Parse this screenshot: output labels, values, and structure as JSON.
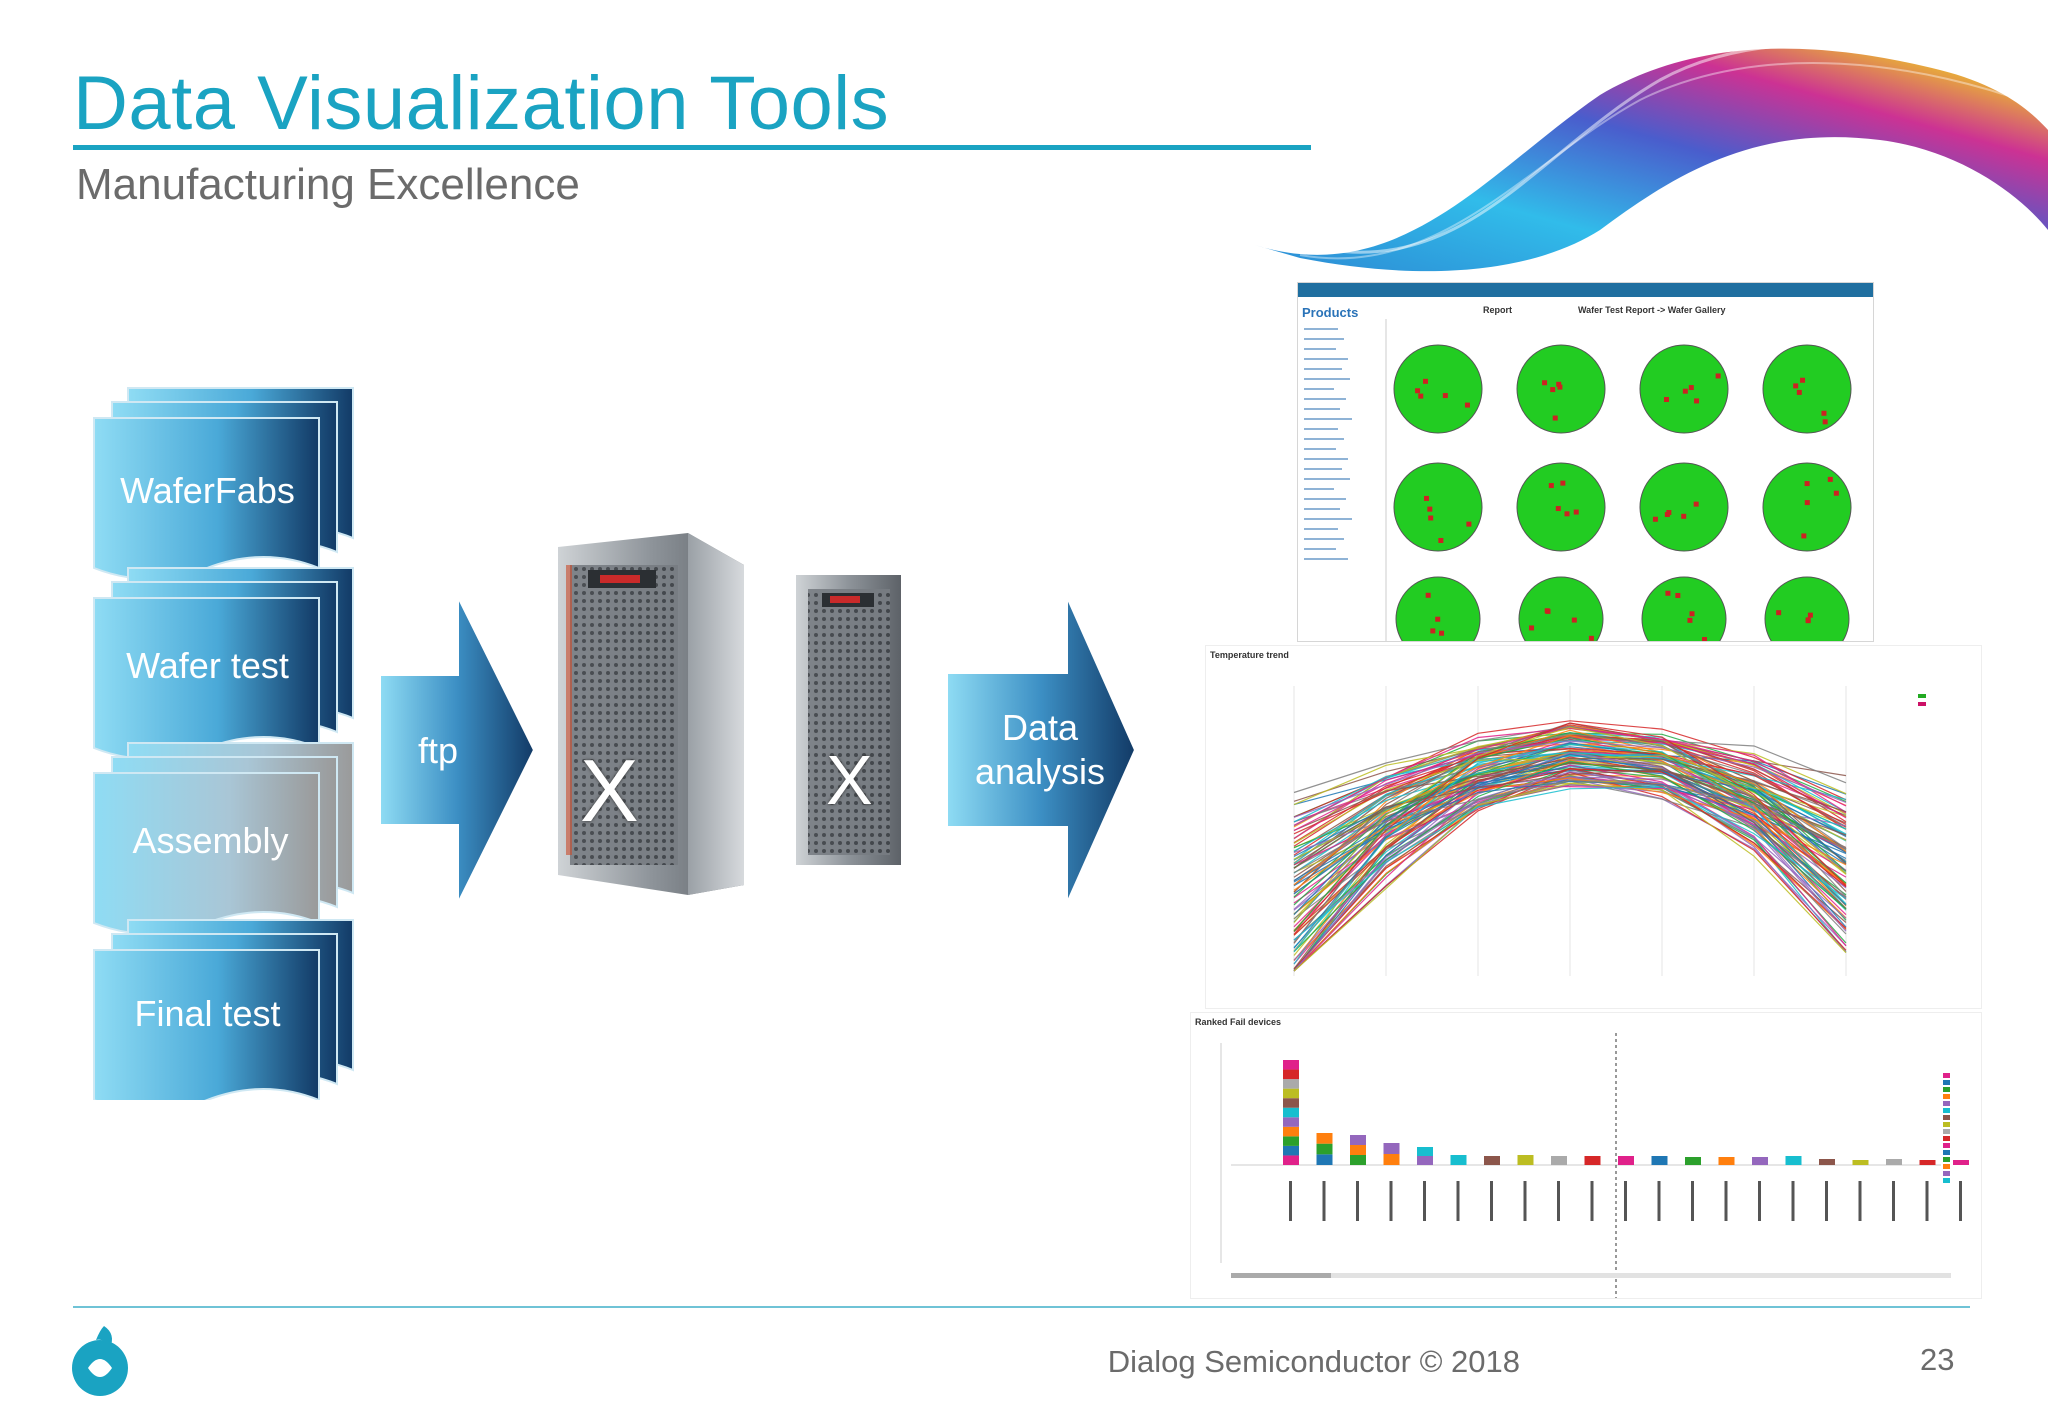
{
  "slide": {
    "title": "Data Visualization Tools",
    "subtitle": "Manufacturing Excellence",
    "footer": "Dialog Semiconductor © 2018",
    "page_number": "23"
  },
  "sources": [
    {
      "label": "WaferFabs"
    },
    {
      "label": "Wafer test"
    },
    {
      "label": "Assembly"
    },
    {
      "label": "Final test"
    }
  ],
  "arrows": {
    "transfer": "ftp",
    "analysis_line1": "Data",
    "analysis_line2": "analysis"
  },
  "servers": {
    "mark": "X"
  },
  "screens": {
    "wafer": {
      "sidebar_title": "Products",
      "report_label": "Report",
      "report_value": "Wafer Test Report -> Wafer Gallery"
    },
    "trend": {
      "title": "Temperature trend"
    },
    "ranked": {
      "title": "Ranked Fail devices"
    }
  },
  "colors": {
    "accent": "#1aa3c2",
    "text_gray": "#6b6b6b",
    "doc_light": "#8ad8f2",
    "doc_dark": "#123a66",
    "wafer_green": "#22cc22",
    "wafer_fail": "#cc2222"
  }
}
